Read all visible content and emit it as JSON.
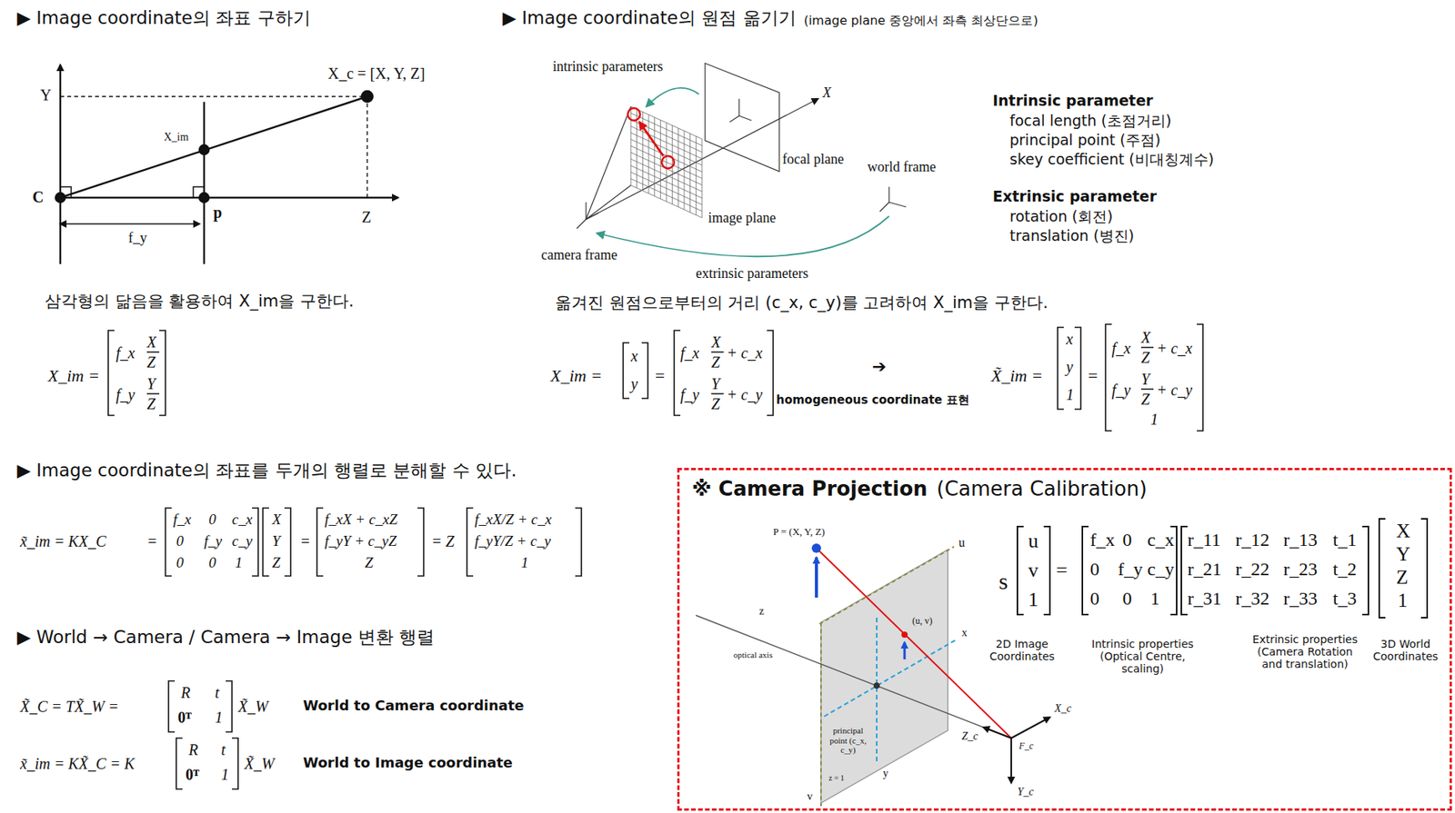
{
  "diagram": {
    "nodes": [
      {
        "text": [
          "※ Camera Projection",
          "(Camera Calibration)"
        ]
      }
    ],
    "labels": [
      "▶ Image coordinate의 좌표 구하기",
      "▶ Image coordinate의 원점 옮기기",
      "(image plane 중앙에서 좌측 최상단으로)",
      "X_c = [X, Y, Z]",
      "Y",
      "X_im",
      "C",
      "p",
      "Z",
      "f_y",
      "삼각형의 닮음을 활용하여 X_im을 구한다.",
      "X_im =",
      "f_x",
      "X",
      "Z",
      "f_y",
      "Y",
      "Z",
      "옮겨진 원점으로부터의 거리 (c_x, c_y)를 고려하여 X_im을 구한다.",
      "X_im =",
      "x",
      "y",
      "=",
      "f_x",
      "X",
      "Z",
      "+ c_x",
      "f_y",
      "Y",
      "Z",
      "+ c_y",
      "➔",
      "homogeneous coordinate 표현",
      "X̃_im =",
      "x",
      "y",
      "1",
      "=",
      "f_x",
      "X",
      "Z",
      "+ c_x",
      "f_y",
      "Y",
      "Z",
      "+ c_y",
      "1",
      "Intrinsic parameter",
      "focal length (초점거리)",
      "principal point (주점)",
      "skey coefficient (비대칭계수)",
      "Extrinsic parameter",
      "rotation (회전)",
      "translation (병진)",
      "intrinsic parameters",
      "X",
      "focal plane",
      "world frame",
      "image plane",
      "camera frame",
      "extrinsic parameters",
      "▶ Image coordinate의 좌표를 두개의 행렬로 분해할 수 있다.",
      "x̃_im = KX_C",
      "=",
      "f_x",
      "0",
      "c_x",
      "0",
      "f_y",
      "c_y",
      "0",
      "0",
      "1",
      "X",
      "Y",
      "Z",
      "=",
      "f_xX + c_xZ",
      "f_yY + c_yZ",
      "Z",
      "= Z",
      "f_xX/Z + c_x",
      "f_yY/Z + c_y",
      "1",
      "▶ World → Camera / Camera → Image 변환 행렬",
      "X̃_C = TX̃_W =",
      "R",
      "t",
      "0ᵀ",
      "1",
      "X̃_W",
      "World to Camera coordinate",
      "x̃_im = KX̃_C = K",
      "R",
      "t",
      "0ᵀ",
      "1",
      "X̃_W",
      "World to Image coordinate",
      "P = (X, Y, Z)",
      "u",
      "z",
      "x",
      "(u, v)",
      "optical axis",
      "z = 1",
      "principal point (c_x, c_y)",
      "y",
      "v",
      "Z_c",
      "X_c",
      "F_c",
      "Y_c",
      "s",
      "u",
      "v",
      "1",
      "=",
      "f_x",
      "0",
      "c_x",
      "0",
      "f_y",
      "c_y",
      "0",
      "0",
      "1",
      "r_11",
      "r_12",
      "r_13",
      "t_1",
      "r_21",
      "r_22",
      "r_23",
      "t_2",
      "r_31",
      "r_32",
      "r_33",
      "t_3",
      "X",
      "Y",
      "Z",
      "1",
      "2D Image Coordinates",
      "Intrinsic properties (Optical Centre, scaling)",
      "Extrinsic properties (Camera Rotation and translation)",
      "3D World Coordinates"
    ]
  }
}
